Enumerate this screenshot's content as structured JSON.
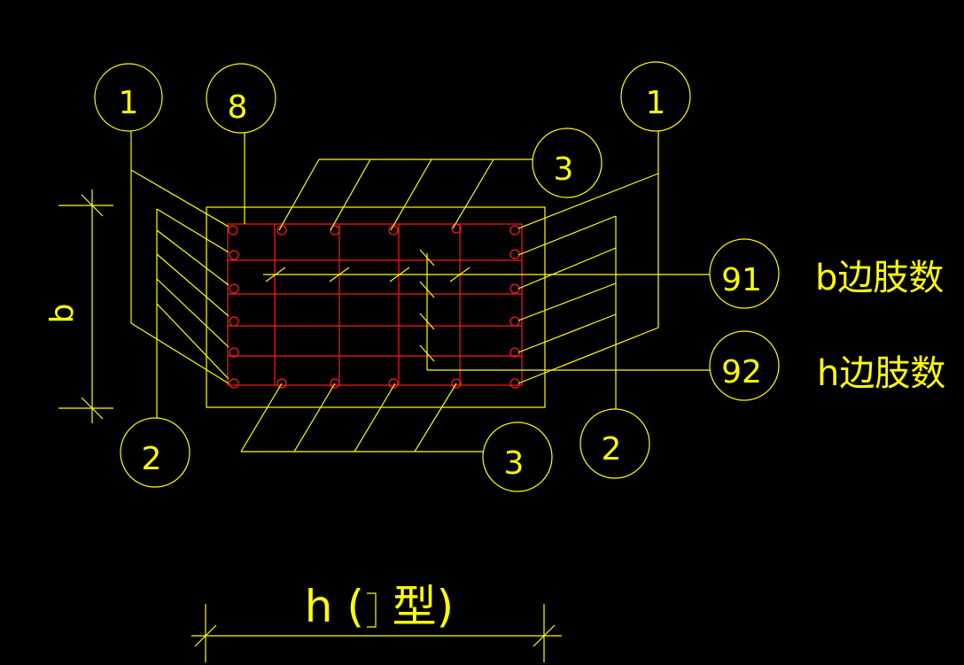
{
  "callouts": {
    "c1_left": "1",
    "c8": "8",
    "c1_right": "1",
    "c3_top": "3",
    "c91": "91",
    "c92": "92",
    "c2_left": "2",
    "c3_bottom": "3",
    "c2_right": "2"
  },
  "legend": {
    "b_legs": "b边肢数",
    "h_legs": "h边肢数"
  },
  "dims": {
    "b": "b",
    "h": "h (  型)"
  },
  "colors": {
    "line": "#ffff00",
    "rebar": "#ff1a1a",
    "background": "#000000"
  }
}
